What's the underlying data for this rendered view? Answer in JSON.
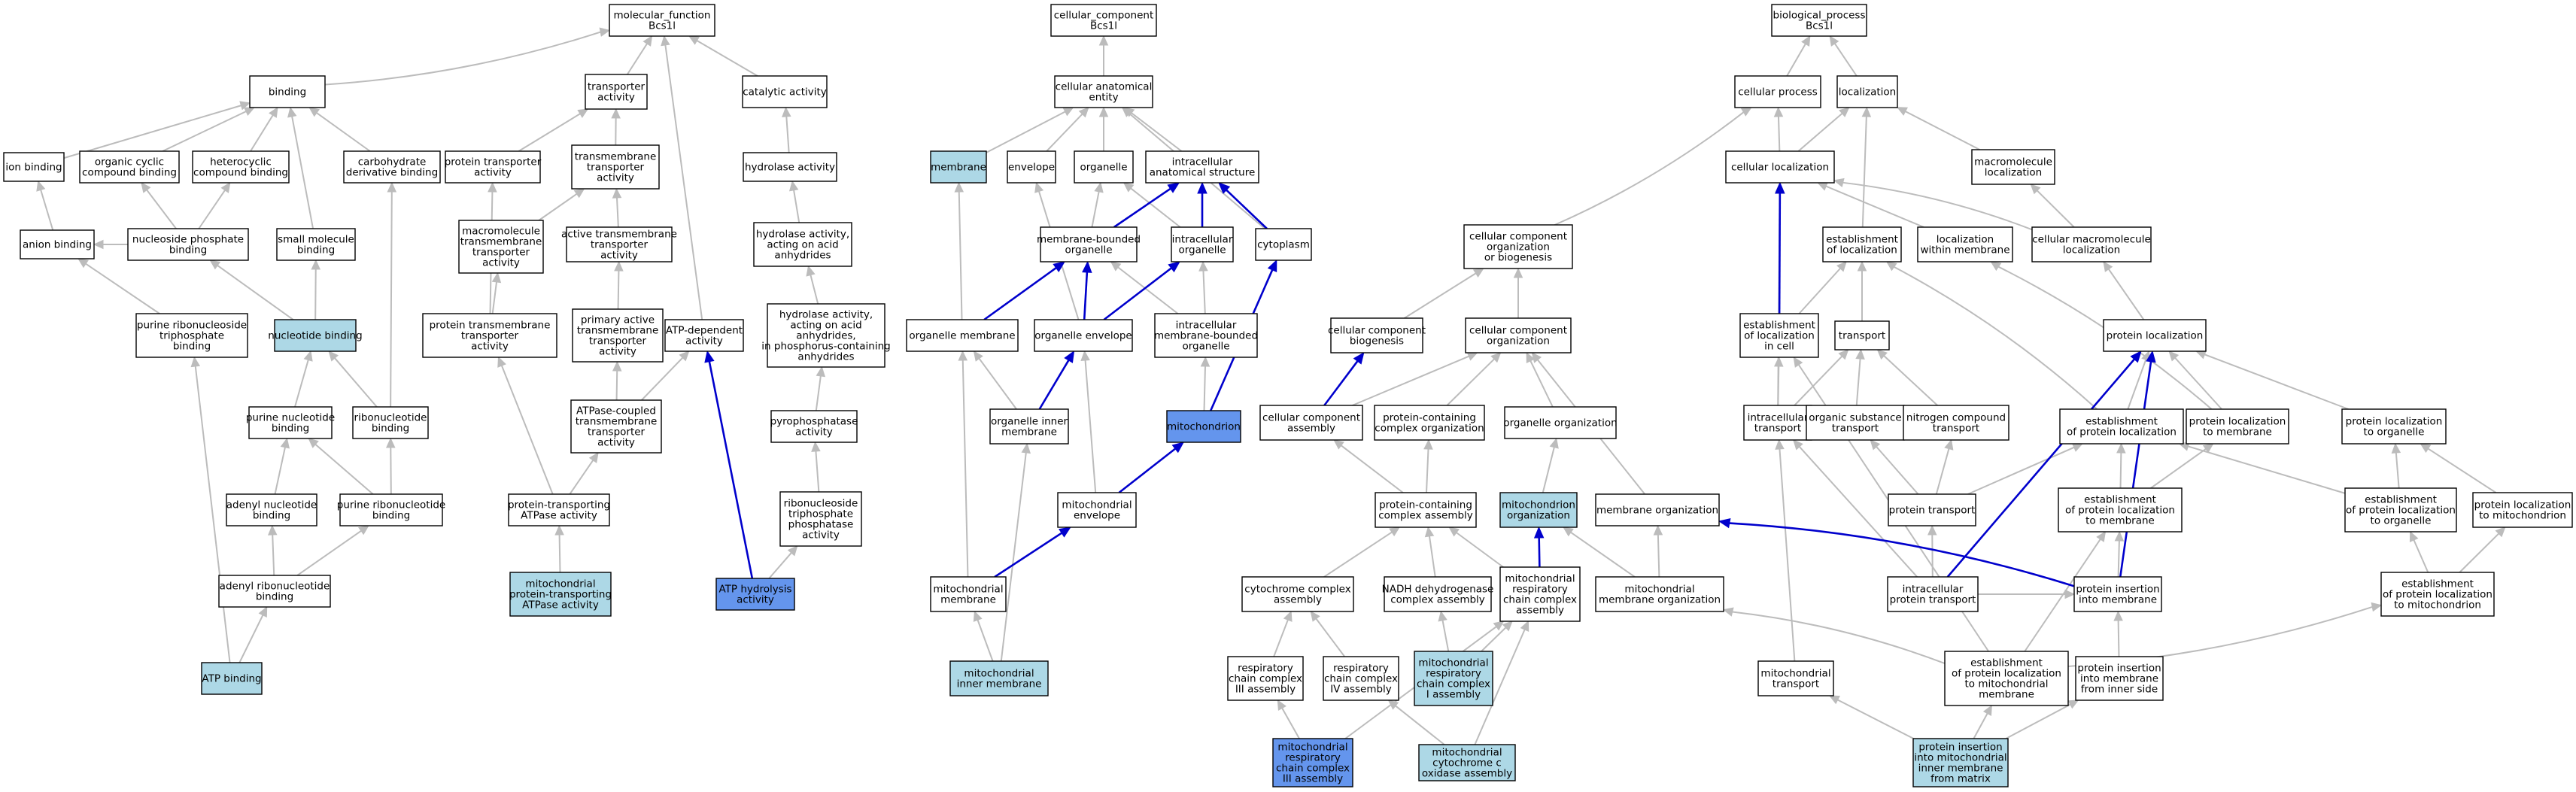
{
  "colors": {
    "plain": "#ffffff",
    "light": "#add8e6",
    "dark": "#6495ed",
    "gray_edge": "#bcbcbc",
    "blue_edge": "#0000cc"
  },
  "nodes": {
    "mf": {
      "lines": [
        "molecular_function",
        "Bcs1l"
      ],
      "fill": "plain"
    },
    "binding": {
      "lines": [
        "binding"
      ],
      "fill": "plain"
    },
    "transporter": {
      "lines": [
        "transporter",
        "activity"
      ],
      "fill": "plain"
    },
    "catalytic": {
      "lines": [
        "catalytic activity"
      ],
      "fill": "plain"
    },
    "ionbind": {
      "lines": [
        "ion binding"
      ],
      "fill": "plain"
    },
    "orgcyc": {
      "lines": [
        "organic cyclic",
        "compound binding"
      ],
      "fill": "plain"
    },
    "hetcyc": {
      "lines": [
        "heterocyclic",
        "compound binding"
      ],
      "fill": "plain"
    },
    "carbo": {
      "lines": [
        "carbohydrate",
        "derivative binding"
      ],
      "fill": "plain"
    },
    "prottrans": {
      "lines": [
        "protein transporter",
        "activity"
      ],
      "fill": "plain"
    },
    "tmtrans": {
      "lines": [
        "transmembrane",
        "transporter",
        "activity"
      ],
      "fill": "plain"
    },
    "hydrolase": {
      "lines": [
        "hydrolase activity"
      ],
      "fill": "plain"
    },
    "anion": {
      "lines": [
        "anion binding"
      ],
      "fill": "plain"
    },
    "nucphos": {
      "lines": [
        "nucleoside phosphate",
        "binding"
      ],
      "fill": "plain"
    },
    "smallmol": {
      "lines": [
        "small molecule",
        "binding"
      ],
      "fill": "plain"
    },
    "macrotm": {
      "lines": [
        "macromolecule",
        "transmembrane",
        "transporter",
        "activity"
      ],
      "fill": "plain"
    },
    "activetm": {
      "lines": [
        "active transmembrane",
        "transporter",
        "activity"
      ],
      "fill": "plain"
    },
    "hydacid": {
      "lines": [
        "hydrolase activity,",
        "acting on acid",
        "anhydrides"
      ],
      "fill": "plain"
    },
    "purribotri": {
      "lines": [
        "purine ribonucleoside",
        "triphosphate",
        "binding"
      ],
      "fill": "plain"
    },
    "nucbind": {
      "lines": [
        "nucleotide binding"
      ],
      "fill": "light"
    },
    "prottm": {
      "lines": [
        "protein transmembrane",
        "transporter",
        "activity"
      ],
      "fill": "plain"
    },
    "primact": {
      "lines": [
        "primary active",
        "transmembrane",
        "transporter",
        "activity"
      ],
      "fill": "plain"
    },
    "atpdep": {
      "lines": [
        "ATP-dependent",
        "activity"
      ],
      "fill": "plain"
    },
    "hydacidphos": {
      "lines": [
        "hydrolase activity,",
        "acting on acid",
        "anhydrides,",
        "in phosphorus-containing",
        "anhydrides"
      ],
      "fill": "plain"
    },
    "purnuc": {
      "lines": [
        "purine nucleotide",
        "binding"
      ],
      "fill": "plain"
    },
    "ribonuc": {
      "lines": [
        "ribonucleotide",
        "binding"
      ],
      "fill": "plain"
    },
    "atpcoupled": {
      "lines": [
        "ATPase-coupled",
        "transmembrane",
        "transporter",
        "activity"
      ],
      "fill": "plain"
    },
    "pyrophos": {
      "lines": [
        "pyrophosphatase",
        "activity"
      ],
      "fill": "plain"
    },
    "adenyl": {
      "lines": [
        "adenyl nucleotide",
        "binding"
      ],
      "fill": "plain"
    },
    "purribonuc": {
      "lines": [
        "purine ribonucleotide",
        "binding"
      ],
      "fill": "plain"
    },
    "protatpase": {
      "lines": [
        "protein-transporting",
        "ATPase activity"
      ],
      "fill": "plain"
    },
    "ribotriphos": {
      "lines": [
        "ribonucleoside",
        "triphosphate",
        "phosphatase",
        "activity"
      ],
      "fill": "plain"
    },
    "adenylribo": {
      "lines": [
        "adenyl ribonucleotide",
        "binding"
      ],
      "fill": "plain"
    },
    "mitoprotatpase": {
      "lines": [
        "mitochondrial",
        "protein-transporting",
        "ATPase activity"
      ],
      "fill": "light"
    },
    "atphydro": {
      "lines": [
        "ATP hydrolysis",
        "activity"
      ],
      "fill": "dark"
    },
    "atpbind": {
      "lines": [
        "ATP binding"
      ],
      "fill": "light"
    },
    "cc": {
      "lines": [
        "cellular_component",
        "Bcs1l"
      ],
      "fill": "plain"
    },
    "cae": {
      "lines": [
        "cellular anatomical",
        "entity"
      ],
      "fill": "plain"
    },
    "membrane": {
      "lines": [
        "membrane"
      ],
      "fill": "light"
    },
    "envelope": {
      "lines": [
        "envelope"
      ],
      "fill": "plain"
    },
    "organelle": {
      "lines": [
        "organelle"
      ],
      "fill": "plain"
    },
    "intraanat": {
      "lines": [
        "intracellular",
        "anatomical structure"
      ],
      "fill": "plain"
    },
    "membbound": {
      "lines": [
        "membrane-bounded",
        "organelle"
      ],
      "fill": "plain"
    },
    "intraorg": {
      "lines": [
        "intracellular",
        "organelle"
      ],
      "fill": "plain"
    },
    "cytoplasm": {
      "lines": [
        "cytoplasm"
      ],
      "fill": "plain"
    },
    "orgmemb": {
      "lines": [
        "organelle membrane"
      ],
      "fill": "plain"
    },
    "orgenv": {
      "lines": [
        "organelle envelope"
      ],
      "fill": "plain"
    },
    "intramembbound": {
      "lines": [
        "intracellular",
        "membrane-bounded",
        "organelle"
      ],
      "fill": "plain"
    },
    "orginner": {
      "lines": [
        "organelle inner",
        "membrane"
      ],
      "fill": "plain"
    },
    "mitochondrion": {
      "lines": [
        "mitochondrion"
      ],
      "fill": "dark"
    },
    "mitoenv": {
      "lines": [
        "mitochondrial",
        "envelope"
      ],
      "fill": "plain"
    },
    "mitomemb": {
      "lines": [
        "mitochondrial",
        "membrane"
      ],
      "fill": "plain"
    },
    "mitoinner": {
      "lines": [
        "mitochondrial",
        "inner membrane"
      ],
      "fill": "light"
    },
    "bp": {
      "lines": [
        "biological_process",
        "Bcs1l"
      ],
      "fill": "plain"
    },
    "cellproc": {
      "lines": [
        "cellular process"
      ],
      "fill": "plain"
    },
    "localization": {
      "lines": [
        "localization"
      ],
      "fill": "plain"
    },
    "macroloc": {
      "lines": [
        "macromolecule",
        "localization"
      ],
      "fill": "plain"
    },
    "cellloc": {
      "lines": [
        "cellular localization"
      ],
      "fill": "plain"
    },
    "ccob": {
      "lines": [
        "cellular component",
        "organization",
        "or biogenesis"
      ],
      "fill": "plain"
    },
    "estloc": {
      "lines": [
        "establishment",
        "of localization"
      ],
      "fill": "plain"
    },
    "locwithin": {
      "lines": [
        "localization",
        "within membrane"
      ],
      "fill": "plain"
    },
    "cellmacroloc": {
      "lines": [
        "cellular macromolecule",
        "localization"
      ],
      "fill": "plain"
    },
    "ccbio": {
      "lines": [
        "cellular component",
        "biogenesis"
      ],
      "fill": "plain"
    },
    "ccorg": {
      "lines": [
        "cellular component",
        "organization"
      ],
      "fill": "plain"
    },
    "estlocincell": {
      "lines": [
        "establishment",
        "of localization",
        "in cell"
      ],
      "fill": "plain"
    },
    "transport": {
      "lines": [
        "transport"
      ],
      "fill": "plain"
    },
    "protloc": {
      "lines": [
        "protein localization"
      ],
      "fill": "plain"
    },
    "ccassembly": {
      "lines": [
        "cellular component",
        "assembly"
      ],
      "fill": "plain"
    },
    "protcomporg": {
      "lines": [
        "protein-containing",
        "complex organization"
      ],
      "fill": "plain"
    },
    "orgorg": {
      "lines": [
        "organelle organization"
      ],
      "fill": "plain"
    },
    "intratrans": {
      "lines": [
        "intracellular",
        "transport"
      ],
      "fill": "plain"
    },
    "orgsubst": {
      "lines": [
        "organic substance",
        "transport"
      ],
      "fill": "plain"
    },
    "nitro": {
      "lines": [
        "nitrogen compound",
        "transport"
      ],
      "fill": "plain"
    },
    "estprotloc": {
      "lines": [
        "establishment",
        "of protein localization"
      ],
      "fill": "plain"
    },
    "protlocmemb": {
      "lines": [
        "protein localization",
        "to membrane"
      ],
      "fill": "plain"
    },
    "protlocorg": {
      "lines": [
        "protein localization",
        "to organelle"
      ],
      "fill": "plain"
    },
    "protcompasm": {
      "lines": [
        "protein-containing",
        "complex assembly"
      ],
      "fill": "plain"
    },
    "mitoorg": {
      "lines": [
        "mitochondrion",
        "organization"
      ],
      "fill": "light"
    },
    "membraneorg": {
      "lines": [
        "membrane organization"
      ],
      "fill": "plain"
    },
    "prottransport": {
      "lines": [
        "protein transport"
      ],
      "fill": "plain"
    },
    "estprotlocmemb": {
      "lines": [
        "establishment",
        "of protein localization",
        "to membrane"
      ],
      "fill": "plain"
    },
    "estprotlocorg": {
      "lines": [
        "establishment",
        "of protein localization",
        "to organelle"
      ],
      "fill": "plain"
    },
    "protlocmito": {
      "lines": [
        "protein localization",
        "to mitochondrion"
      ],
      "fill": "plain"
    },
    "cytcomplex": {
      "lines": [
        "cytochrome complex",
        "assembly"
      ],
      "fill": "plain"
    },
    "nadh": {
      "lines": [
        "NADH dehydrogenase",
        "complex assembly"
      ],
      "fill": "plain"
    },
    "mitorespasm": {
      "lines": [
        "mitochondrial",
        "respiratory",
        "chain complex",
        "assembly"
      ],
      "fill": "plain"
    },
    "mitomemborg": {
      "lines": [
        "mitochondrial",
        "membrane organization"
      ],
      "fill": "plain"
    },
    "intraprot": {
      "lines": [
        "intracellular",
        "protein transport"
      ],
      "fill": "plain"
    },
    "protinsmemb": {
      "lines": [
        "protein insertion",
        "into membrane"
      ],
      "fill": "plain"
    },
    "estprotlocmito": {
      "lines": [
        "establishment",
        "of protein localization",
        "to mitochondrion"
      ],
      "fill": "plain"
    },
    "resp3": {
      "lines": [
        "respiratory",
        "chain complex",
        "III assembly"
      ],
      "fill": "plain"
    },
    "resp4": {
      "lines": [
        "respiratory",
        "chain complex",
        "IV assembly"
      ],
      "fill": "plain"
    },
    "mitoresp1": {
      "lines": [
        "mitochondrial",
        "respiratory",
        "chain complex",
        "I assembly"
      ],
      "fill": "light"
    },
    "mitotrans": {
      "lines": [
        "mitochondrial",
        "transport"
      ],
      "fill": "plain"
    },
    "estprotlocmitomemb": {
      "lines": [
        "establishment",
        "of protein localization",
        "to mitochondrial",
        "membrane"
      ],
      "fill": "plain"
    },
    "protinsinner": {
      "lines": [
        "protein insertion",
        "into membrane",
        "from inner side"
      ],
      "fill": "plain"
    },
    "mitoresp3": {
      "lines": [
        "mitochondrial",
        "respiratory",
        "chain complex",
        "III assembly"
      ],
      "fill": "dark"
    },
    "mitocytox": {
      "lines": [
        "mitochondrial",
        "cytochrome c",
        "oxidase assembly"
      ],
      "fill": "light"
    },
    "protinsmito": {
      "lines": [
        "protein insertion",
        "into mitochondrial",
        "inner membrane",
        "from matrix"
      ],
      "fill": "light"
    }
  }
}
